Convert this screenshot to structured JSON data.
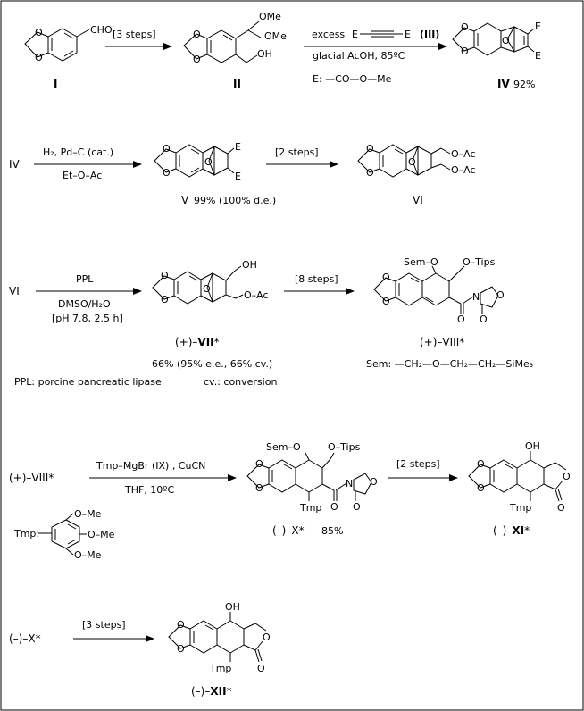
{
  "frame": {
    "border_color": "#000000"
  },
  "row1": {
    "cpd_I": {
      "label": "I",
      "group": "CHO"
    },
    "arrow1": {
      "label": "[3 steps]"
    },
    "cpd_II": {
      "label": "II",
      "ome_a": "OMe",
      "ome_b": "OMe",
      "oh": "OH"
    },
    "arrow2": {
      "pre": "excess",
      "E1": "E",
      "E2": "E",
      "reagent": "(III)",
      "below": "glacial AcOH, 85ºC",
      "legend": "E: —CO—O—Me"
    },
    "cpd_IV": {
      "label": "IV",
      "yield": "92%",
      "E1": "E",
      "E2": "E"
    }
  },
  "row2": {
    "start": "IV",
    "arrow1": {
      "above": "H₂, Pd–C (cat.)",
      "below": "Et–O–Ac"
    },
    "cpd_V": {
      "label": "V",
      "info": "99% (100% d.e.)",
      "E1": "E",
      "E2": "E"
    },
    "arrow2": {
      "label": "[2 steps]"
    },
    "cpd_VI": {
      "label": "VI",
      "OAc1": "O–Ac",
      "OAc2": "O–Ac"
    }
  },
  "row3": {
    "start": "VI",
    "arrow1": {
      "above": "PPL",
      "below1": "DMSO/H₂O",
      "below2": "[pH 7.8, 2.5 h]"
    },
    "cpd_VII": {
      "label_prefix": "(+)–",
      "label_bold": "VII",
      "label_suffix": "*",
      "oh": "OH",
      "oac": "O–Ac"
    },
    "yield_line": "66% (95% e.e., 66% cv.)",
    "arrow2": {
      "label": "[8 steps]"
    },
    "cpd_VIII": {
      "label": "(+)–VIII*",
      "sem": "Sem–O",
      "tips": "O–Tips",
      "N": "N",
      "O": "O"
    },
    "ppl_note": "PPL: porcine pancreatic lipase",
    "cv_note": "cv.: conversion",
    "sem_note": "Sem: —CH₂—O—CH₂—CH₂—SiMe₃"
  },
  "row4": {
    "start": "(+)–VIII*",
    "arrow1": {
      "above": "Tmp–MgBr  (IX) , CuCN",
      "below": "THF, 10ºC"
    },
    "tmp_label": "Tmp:",
    "tmp_ome": [
      "O–Me",
      "O–Me",
      "O–Me"
    ],
    "cpd_X": {
      "label": "(–)–X*",
      "yield": "85%",
      "sem": "Sem–O",
      "tips": "O–Tips",
      "tmp": "Tmp",
      "N": "N",
      "O": "O"
    },
    "arrow2": {
      "label": "[2 steps]"
    },
    "cpd_XI": {
      "label_prefix": "(–)–",
      "label_bold": "XI",
      "label_suffix": "*",
      "oh": "OH",
      "tmp": "Tmp",
      "O": "O"
    }
  },
  "row5": {
    "start": "(–)–X*",
    "arrow1": {
      "label": "[3 steps]"
    },
    "cpd_XII": {
      "label_prefix": "(–)–",
      "label_bold": "XII",
      "label_suffix": "*",
      "oh": "OH",
      "tmp": "Tmp",
      "O": "O"
    }
  }
}
